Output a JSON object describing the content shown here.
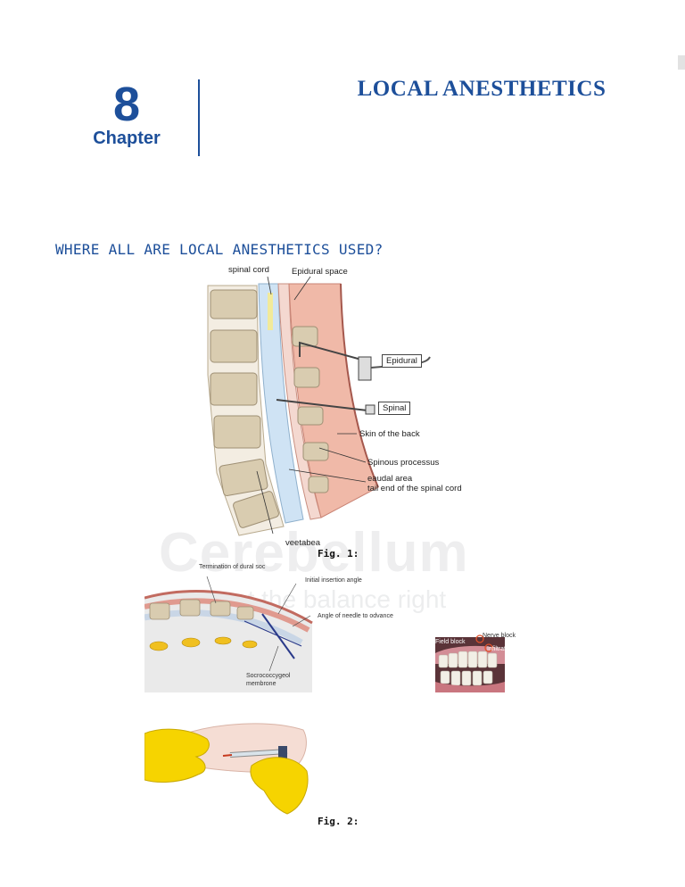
{
  "chapter": {
    "number": "8",
    "word": "Chapter",
    "title": "LOCAL ANESTHETICS"
  },
  "section": {
    "heading": "WHERE ALL ARE LOCAL ANESTHETICS USED?"
  },
  "watermark": {
    "brand": "Cerebellum",
    "tagline": "et the balance right"
  },
  "figure1": {
    "caption": "Fig. 1:",
    "labels": {
      "spinal_cord": "spinal cord",
      "epidural_space": "Epidural space",
      "epidural": "Epidural",
      "spinal": "Spinal",
      "skin_of_back": "Skin of the back",
      "spinous_process": "Spinous processus",
      "caudal_area": "eaudal area",
      "tail_end": "tail end of the spinal cord",
      "vertebrae": "veetabea"
    }
  },
  "figure2": {
    "caption": "Fig. 2:",
    "caudal_labels": {
      "termination": "Termination of dural soc",
      "initial_angle": "Initial insertion angle",
      "advance_angle": "Angle of needle to odvance",
      "membrane_line1": "Socrococcygeol",
      "membrane_line2": "membrone"
    },
    "dental_labels": {
      "field_block": "Field block",
      "nerve_block": "Nerve block",
      "infiltration": "Infiltration"
    }
  },
  "colors": {
    "brand_blue": "#1d4f9a",
    "bone": "#e6dcc8",
    "skin": "#f0c4b4",
    "glove": "#f6d400"
  }
}
